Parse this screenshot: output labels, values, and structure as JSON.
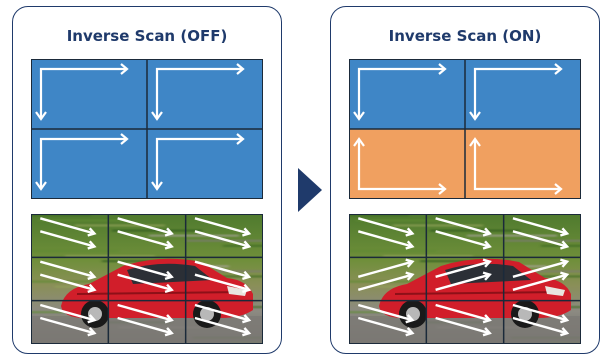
{
  "diagram": {
    "left_panel": {
      "title": "Inverse Scan (OFF)"
    },
    "right_panel": {
      "title": "Inverse Scan (ON)"
    },
    "colors": {
      "panel_border": "#1f3a6b",
      "title_text": "#1f3a6b",
      "tile_blue": "#3f86c6",
      "tile_orange": "#f0a060",
      "grid_line": "#1b2a3a",
      "arrow": "#ffffff",
      "main_arrow": "#1f3a6b"
    },
    "left_grid": {
      "rows": 2,
      "cols": 2,
      "tiles": [
        {
          "row": 0,
          "col": 0,
          "color": "blue",
          "scan": "down-right"
        },
        {
          "row": 0,
          "col": 1,
          "color": "blue",
          "scan": "down-right"
        },
        {
          "row": 1,
          "col": 0,
          "color": "blue",
          "scan": "down-right"
        },
        {
          "row": 1,
          "col": 1,
          "color": "blue",
          "scan": "down-right"
        }
      ]
    },
    "right_grid": {
      "rows": 2,
      "cols": 2,
      "tiles": [
        {
          "row": 0,
          "col": 0,
          "color": "blue",
          "scan": "down-right"
        },
        {
          "row": 0,
          "col": 1,
          "color": "blue",
          "scan": "down-right"
        },
        {
          "row": 1,
          "col": 0,
          "color": "orange",
          "scan": "up-right"
        },
        {
          "row": 1,
          "col": 1,
          "color": "orange",
          "scan": "up-right"
        }
      ]
    },
    "left_photo": {
      "subject": "red car motion blur",
      "rows": 3,
      "cols": 3,
      "arrows": [
        "down-right",
        "down-right",
        "down-right",
        "down-right",
        "down-right",
        "down-right",
        "down-right",
        "down-right",
        "down-right"
      ]
    },
    "right_photo": {
      "subject": "red car motion blur",
      "rows": 3,
      "cols": 3,
      "arrows": [
        "down-right",
        "down-right",
        "down-right",
        "up-right",
        "up-right",
        "up-right",
        "down-right",
        "down-right",
        "down-right"
      ]
    }
  }
}
